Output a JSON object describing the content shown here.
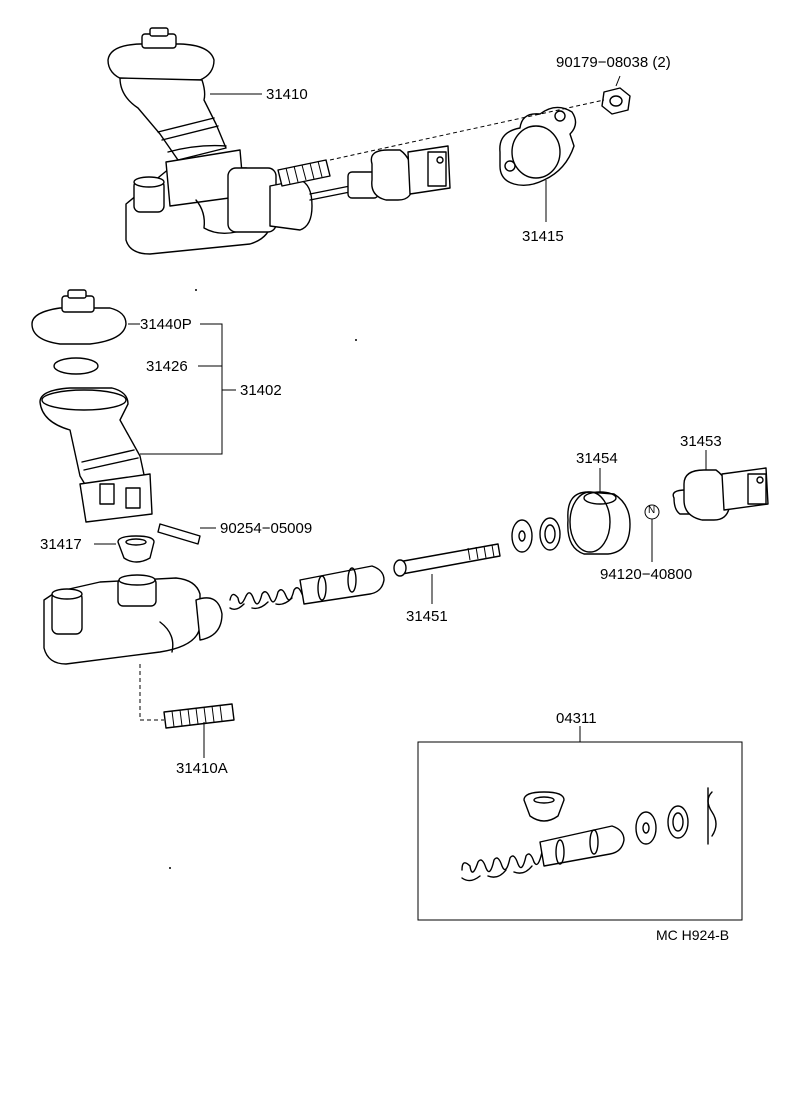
{
  "labels": {
    "p31410": "31410",
    "p90179": "90179−08038 (2)",
    "p31415": "31415",
    "p31440P": "31440P",
    "p31426": "31426",
    "p31402": "31402",
    "p90254": "90254−05009",
    "p31417": "31417",
    "p31454": "31454",
    "p31453": "31453",
    "pN": "N",
    "p94120": "94120−40800",
    "p31451": "31451",
    "p31410A": "31410A",
    "p04311": "04311",
    "code": "MC  H924-B"
  }
}
